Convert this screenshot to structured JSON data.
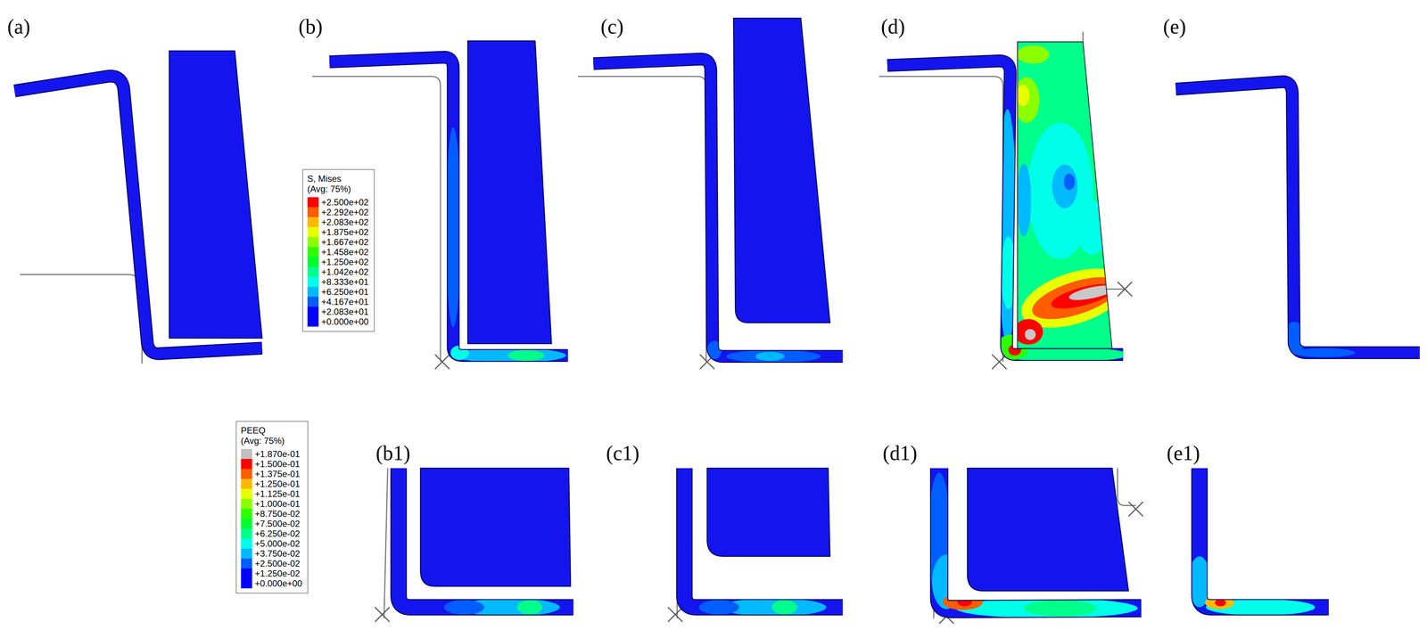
{
  "diagram": {
    "labels": [
      "(a)",
      "(b)",
      "(c)",
      "(d)",
      "(e)",
      "S, Mises",
      "(Avg: 75%)",
      "PEEQ",
      "(Avg: 75%)",
      "(b1)",
      "(c1)",
      "(d1)",
      "(e1)"
    ],
    "legend": [
      {
        "text": "+2.500e+02",
        "color": "#ff0000"
      },
      {
        "text": "+2.292e+02",
        "color": "#ff5d00"
      },
      {
        "text": "+2.083e+02",
        "color": "#ffb900"
      },
      {
        "text": "+1.875e+02",
        "color": "#e8ff00"
      },
      {
        "text": "+1.667e+02",
        "color": "#8bff00"
      },
      {
        "text": "+1.458e+02",
        "color": "#2eff00"
      },
      {
        "text": "+1.250e+02",
        "color": "#00ff2e"
      },
      {
        "text": "+1.042e+02",
        "color": "#00ff8b"
      },
      {
        "text": "+8.333e+01",
        "color": "#00ffe8"
      },
      {
        "text": "+6.250e+01",
        "color": "#00b9ff"
      },
      {
        "text": "+4.167e+01",
        "color": "#005dff"
      },
      {
        "text": "+2.083e+01",
        "color": "#0000ff"
      },
      {
        "text": "+0.000e+00",
        "color": "#0000ff"
      },
      {
        "text": "+1.870e-01",
        "color": "#c0c0c0"
      },
      {
        "text": "+1.500e-01",
        "color": "#ff0000"
      },
      {
        "text": "+1.375e-01",
        "color": "#ff5d00"
      },
      {
        "text": "+1.250e-01",
        "color": "#ffb900"
      },
      {
        "text": "+1.125e-01",
        "color": "#e8ff00"
      },
      {
        "text": "+1.000e-01",
        "color": "#8bff00"
      },
      {
        "text": "+8.750e-02",
        "color": "#2eff00"
      },
      {
        "text": "+7.500e-02",
        "color": "#00ff2e"
      },
      {
        "text": "+6.250e-02",
        "color": "#00ff8b"
      },
      {
        "text": "+5.000e-02",
        "color": "#00ffe8"
      },
      {
        "text": "+3.750e-02",
        "color": "#00b9ff"
      },
      {
        "text": "+2.500e-02",
        "color": "#005dff"
      },
      {
        "text": "+1.250e-02",
        "color": "#0000ff"
      },
      {
        "text": "+0.000e+00",
        "color": "#0000ff"
      }
    ]
  }
}
